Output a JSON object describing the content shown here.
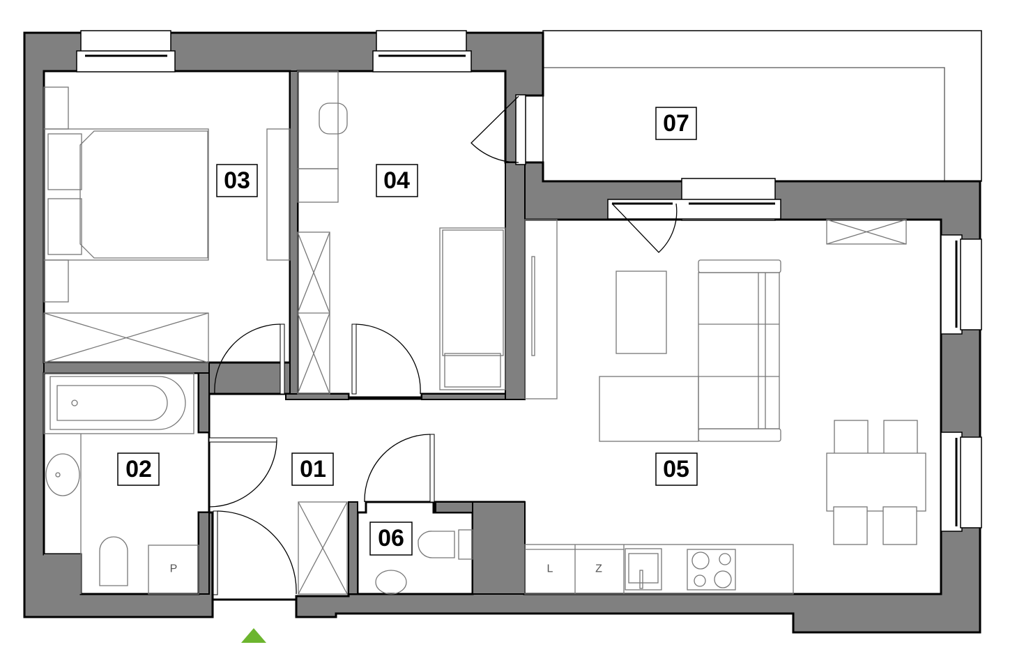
{
  "plan": {
    "colors": {
      "wall": "#808080",
      "outline": "#000000",
      "furniture": "#777777",
      "entrance_marker": "#6cb52e"
    },
    "rooms": [
      {
        "id": "01",
        "label": "01",
        "name": "hallway"
      },
      {
        "id": "02",
        "label": "02",
        "name": "bathroom"
      },
      {
        "id": "03",
        "label": "03",
        "name": "bedroom"
      },
      {
        "id": "04",
        "label": "04",
        "name": "bedroom-small"
      },
      {
        "id": "05",
        "label": "05",
        "name": "living-room-kitchen"
      },
      {
        "id": "06",
        "label": "06",
        "name": "wc"
      },
      {
        "id": "07",
        "label": "07",
        "name": "balcony"
      }
    ],
    "fixtures": {
      "washer_label": "P",
      "kitchen_cabinet_1": "L",
      "kitchen_cabinet_2": "Z"
    },
    "entrance_icon": "entrance-triangle-icon"
  }
}
